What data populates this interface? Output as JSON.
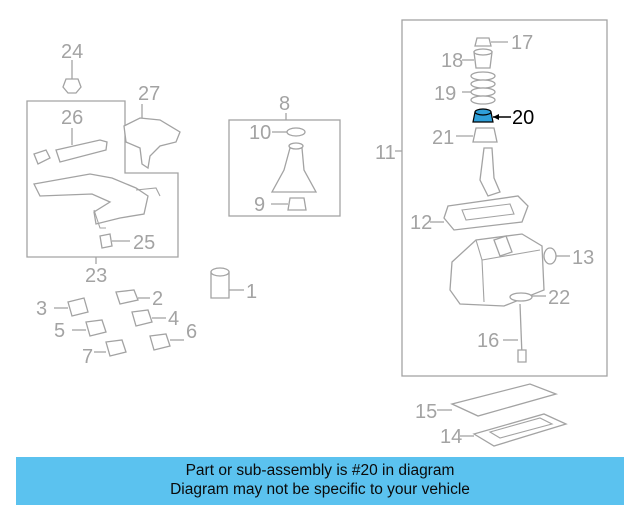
{
  "diagram": {
    "highlight_color": "#2f9fd8",
    "highlighted_part": "20",
    "callouts": {
      "c1": "1",
      "c2": "2",
      "c3": "3",
      "c4": "4",
      "c5": "5",
      "c6": "6",
      "c7": "7",
      "c8": "8",
      "c9": "9",
      "c10": "10",
      "c11": "11",
      "c12": "12",
      "c13": "13",
      "c14": "14",
      "c15": "15",
      "c16": "16",
      "c17": "17",
      "c18": "18",
      "c19": "19",
      "c20": "20",
      "c21": "21",
      "c22": "22",
      "c23": "23",
      "c24": "24",
      "c25": "25",
      "c26": "26",
      "c27": "27"
    }
  },
  "banner": {
    "background": "#5bc2ef",
    "line1": "Part or sub-assembly is #20 in diagram",
    "line2": "Diagram may not be specific to your vehicle"
  }
}
